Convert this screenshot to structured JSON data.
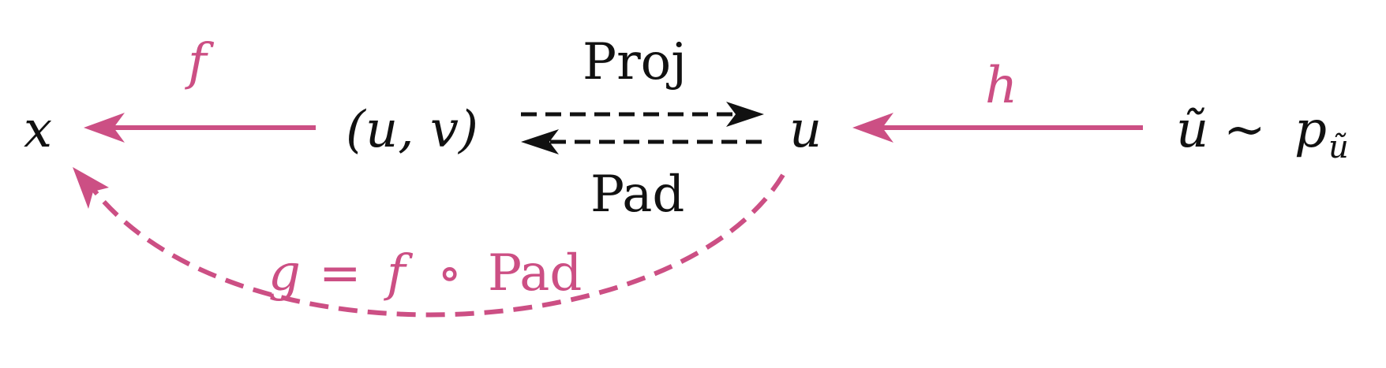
{
  "colors": {
    "ink": "#111111",
    "accent": "#cc4f84"
  },
  "nodes": {
    "x": "x",
    "uv": "(u, v)",
    "u": "u",
    "u_tilde": "ũ",
    "sim": "∼",
    "p": "p",
    "p_subscript": "ũ"
  },
  "edges": {
    "f_label": "f",
    "h_label": "h",
    "proj_label": "Proj",
    "pad_label": "Pad",
    "g_label_var": "g",
    "g_label_eq": "=",
    "g_label_f": "f",
    "g_label_compose": "∘",
    "g_label_pad": "Pad"
  }
}
